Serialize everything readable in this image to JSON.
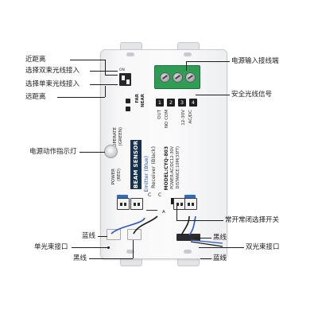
{
  "callouts": {
    "left": [
      "近距离",
      "选择双束光线接入",
      "选择单束光线接入",
      "远距离",
      "电源动作指示灯"
    ],
    "right": [
      "电源输入接线端",
      "安全光线信号",
      "常开常闭选择开关"
    ],
    "bottom_left": [
      "蓝线",
      "单光束接口",
      "黑线"
    ],
    "bottom_right": [
      "黑线",
      "双光束接口",
      "蓝线"
    ]
  },
  "device": {
    "dip_labels": [
      "FAR",
      "NEAR"
    ],
    "dip_switch_text": "ON",
    "terminal_numbers": [
      "1",
      "2",
      "3",
      "4"
    ],
    "terminal_labels": [
      "OUT",
      "NO COM",
      "12-30V",
      "AC/DC"
    ],
    "led_label": [
      "OPERATE",
      "(GREEN)"
    ],
    "power_label": [
      "POWER",
      "(RED)"
    ],
    "beam_sensor": "BEAM SENSOR",
    "emitter_label": "Emitter",
    "emitter_color": "(Blue)",
    "receiver_label": "Receiver (Black)",
    "model_lines": [
      "MODEL:CYQ-803",
      "POWER:AC/DC12-30V",
      "DISTANCE:10M(33FT)"
    ],
    "switch_marks": [
      "C",
      "A"
    ]
  },
  "colors": {
    "terminal_green": "#2f9e55",
    "beam_plate": "#16304f",
    "emitter_text": "#1f4fa8",
    "wire_blue": "#2b57c9",
    "wire_black": "#1a1a1a"
  }
}
